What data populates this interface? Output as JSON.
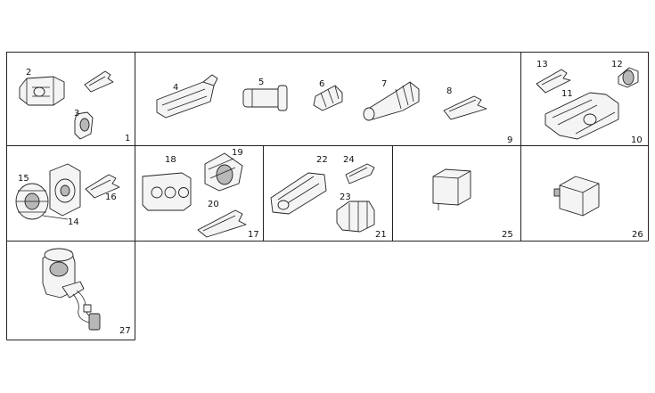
{
  "panels": {
    "p1": {
      "id": "1"
    },
    "p9": {
      "id": "9"
    },
    "p10": {
      "id": "10"
    },
    "p14": {
      "id": "14"
    },
    "p17": {
      "id": "17"
    },
    "p21": {
      "id": "21"
    },
    "p25": {
      "id": "25"
    },
    "p26": {
      "id": "26"
    },
    "p27": {
      "id": "27"
    }
  },
  "parts": {
    "n2": "2",
    "n3": "3",
    "n4": "4",
    "n5": "5",
    "n6": "6",
    "n7": "7",
    "n8": "8",
    "n11": "11",
    "n12": "12",
    "n13": "13",
    "n15": "15",
    "n16": "16",
    "n14": "14",
    "n18": "18",
    "n19": "19",
    "n20": "20",
    "n22": "22",
    "n23": "23",
    "n24": "24"
  }
}
